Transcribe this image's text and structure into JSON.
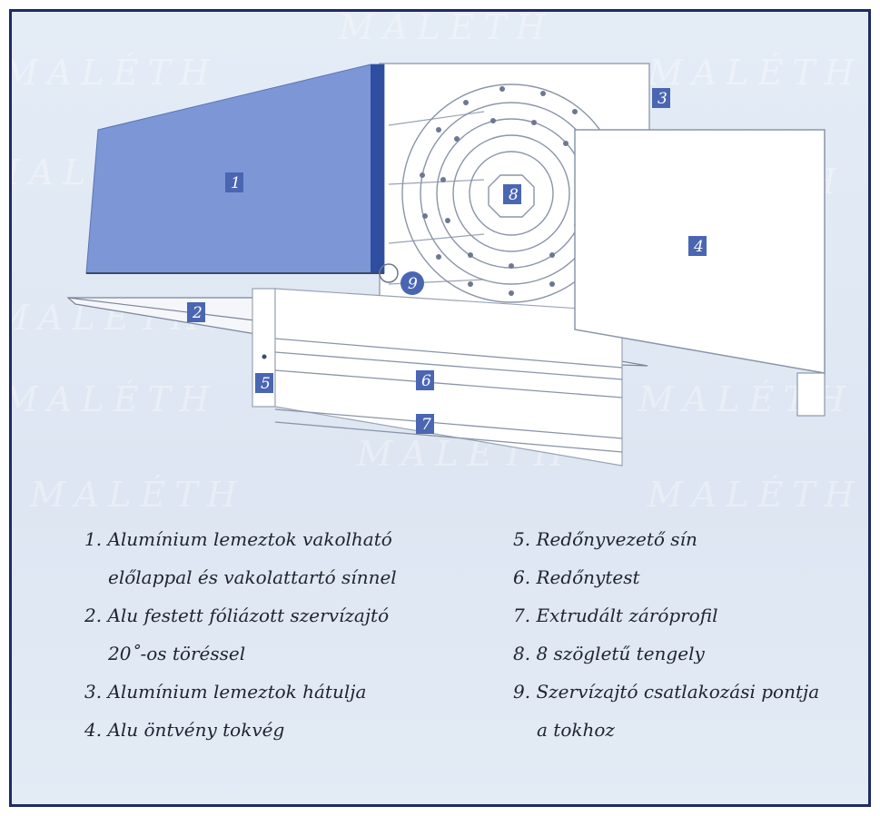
{
  "markers": {
    "m1": "1",
    "m2": "2",
    "m3": "3",
    "m4": "4",
    "m5": "5",
    "m6": "6",
    "m7": "7",
    "m8": "8",
    "m9": "9"
  },
  "watermark": "MALÉTH",
  "legend_left": [
    "1. Alumínium lemeztok vakolható",
    "előlappal és vakolattartó sínnel",
    "2. Alu festett fóliázott szervízajtó",
    "20˚-os töréssel",
    "3. Alumínium lemeztok hátulja",
    "4. Alu öntvény tokvég"
  ],
  "legend_right": [
    "5. Redőnyvezető sín",
    "6. Redőnytest",
    "7. Extrudált záróprofil",
    "8. 8 szögletű tengely",
    "9. Szervízajtó csatlakozási pontja",
    "a tokhoz"
  ],
  "colors": {
    "border": "#1d2b66",
    "marker_fill": "#4a66b2",
    "front_panel": "#7d97d6",
    "front_panel_edge": "#2f4ea0",
    "outline": "#3a4a6a"
  }
}
